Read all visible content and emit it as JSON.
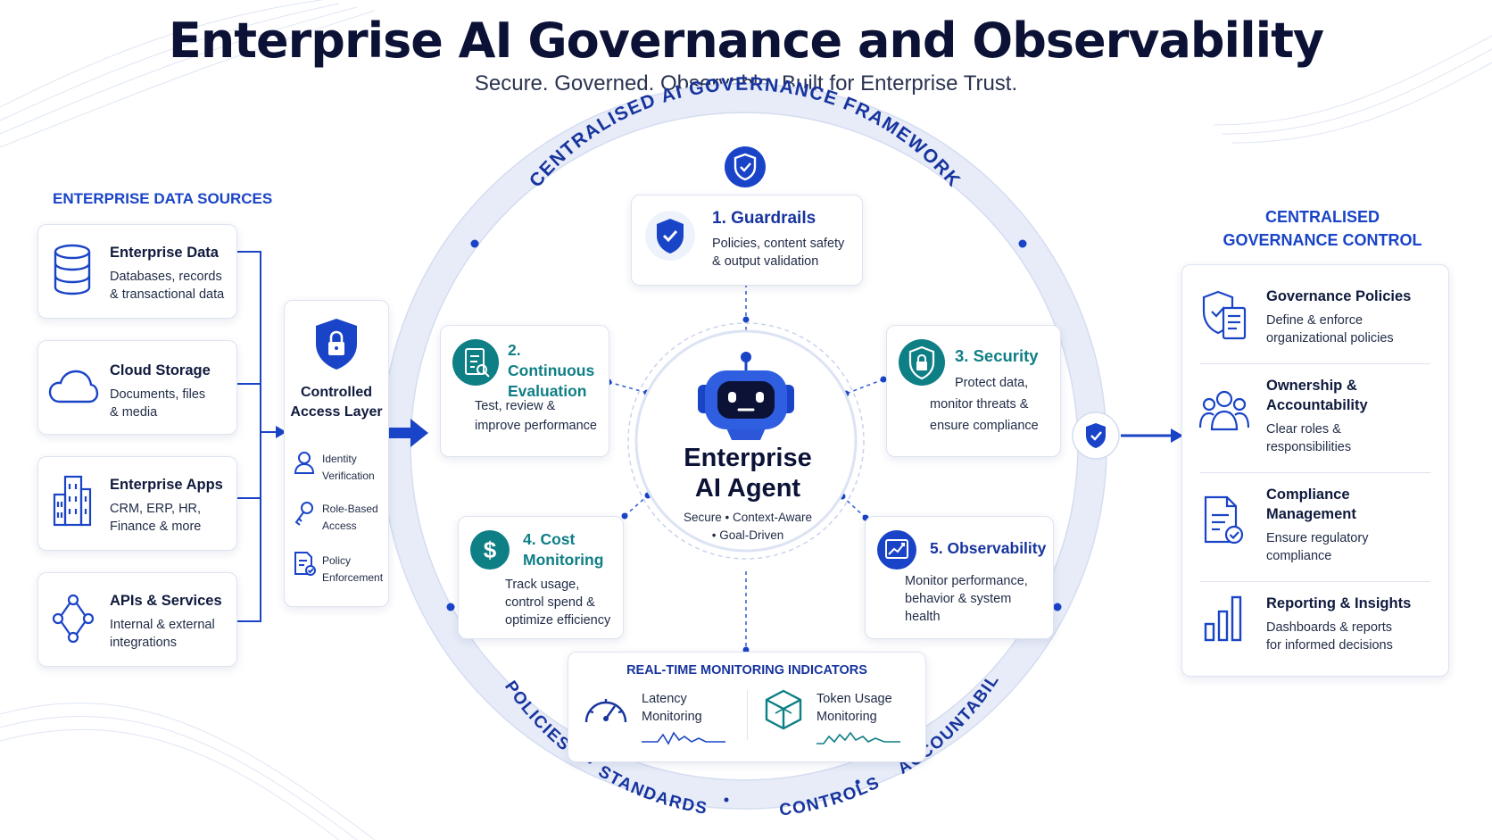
{
  "header": {
    "title": "Enterprise AI Governance and Observability",
    "subtitle": "Secure. Governed. Observable. Built for Enterprise Trust."
  },
  "ring": {
    "top_label": "CENTRALISED AI GOVERNANCE FRAMEWORK",
    "bottom_words": [
      "POLICIES",
      "STANDARDS",
      "CONTROLS",
      "ACCOUNTABILITY"
    ]
  },
  "data_sources": {
    "heading": "ENTERPRISE DATA SOURCES",
    "items": [
      {
        "title": "Enterprise Data",
        "desc1": "Databases, records",
        "desc2": "& transactional data",
        "icon": "database-icon"
      },
      {
        "title": "Cloud Storage",
        "desc1": "Documents, files",
        "desc2": "& media",
        "icon": "cloud-icon"
      },
      {
        "title": "Enterprise Apps",
        "desc1": "CRM, ERP, HR,",
        "desc2": "Finance & more",
        "icon": "buildings-icon"
      },
      {
        "title": "APIs & Services",
        "desc1": "Internal & external",
        "desc2": "integrations",
        "icon": "api-nodes-icon"
      }
    ]
  },
  "access_layer": {
    "title1": "Controlled",
    "title2": "Access Layer",
    "items": [
      {
        "l1": "Identity",
        "l2": "Verification",
        "icon": "user-icon"
      },
      {
        "l1": "Role-Based",
        "l2": "Access",
        "icon": "key-icon"
      },
      {
        "l1": "Policy",
        "l2": "Enforcement",
        "icon": "policy-document-icon"
      }
    ]
  },
  "modules": {
    "guardrails": {
      "title": "1. Guardrails",
      "desc1": "Policies, content safety",
      "desc2": "& output validation"
    },
    "evaluation": {
      "title1": "2. Continuous",
      "title2": "Evaluation",
      "desc1": "Test, review &",
      "desc2": "improve performance"
    },
    "security": {
      "title": "3. Security",
      "desc1": "Protect data,",
      "desc2": "monitor threats &",
      "desc3": "ensure compliance"
    },
    "cost": {
      "title1": "4. Cost",
      "title2": "Monitoring",
      "desc1": "Track usage,",
      "desc2": "control spend &",
      "desc3": "optimize efficiency"
    },
    "observability": {
      "title": "5. Observability",
      "desc1": "Monitor performance,",
      "desc2": "behavior & system",
      "desc3": "health"
    }
  },
  "agent": {
    "title1": "Enterprise",
    "title2": "AI Agent",
    "sub1": "Secure  •  Context-Aware",
    "sub2": "•  Goal-Driven"
  },
  "monitoring": {
    "heading": "REAL-TIME MONITORING INDICATORS",
    "latency1": "Latency",
    "latency2": "Monitoring",
    "token1": "Token Usage",
    "token2": "Monitoring"
  },
  "governance_control": {
    "heading1": "CENTRALISED",
    "heading2": "GOVERNANCE CONTROL",
    "items": [
      {
        "title1": "Governance Policies",
        "title2": "",
        "desc1": "Define & enforce",
        "desc2": "organizational policies",
        "icon": "policy-shield-icon"
      },
      {
        "title1": "Ownership &",
        "title2": "Accountability",
        "desc1": "Clear roles &",
        "desc2": "responsibilities",
        "icon": "team-icon"
      },
      {
        "title1": "Compliance",
        "title2": "Management",
        "desc1": "Ensure regulatory",
        "desc2": "compliance",
        "icon": "compliance-document-icon"
      },
      {
        "title1": "Reporting & Insights",
        "title2": "",
        "desc1": "Dashboards & reports",
        "desc2": "for informed decisions",
        "icon": "bar-chart-icon"
      }
    ]
  },
  "colors": {
    "primary_blue": "#1a44c7",
    "navy": "#0b1236",
    "teal": "#0f7f86",
    "ring": "#e6ebf7"
  }
}
